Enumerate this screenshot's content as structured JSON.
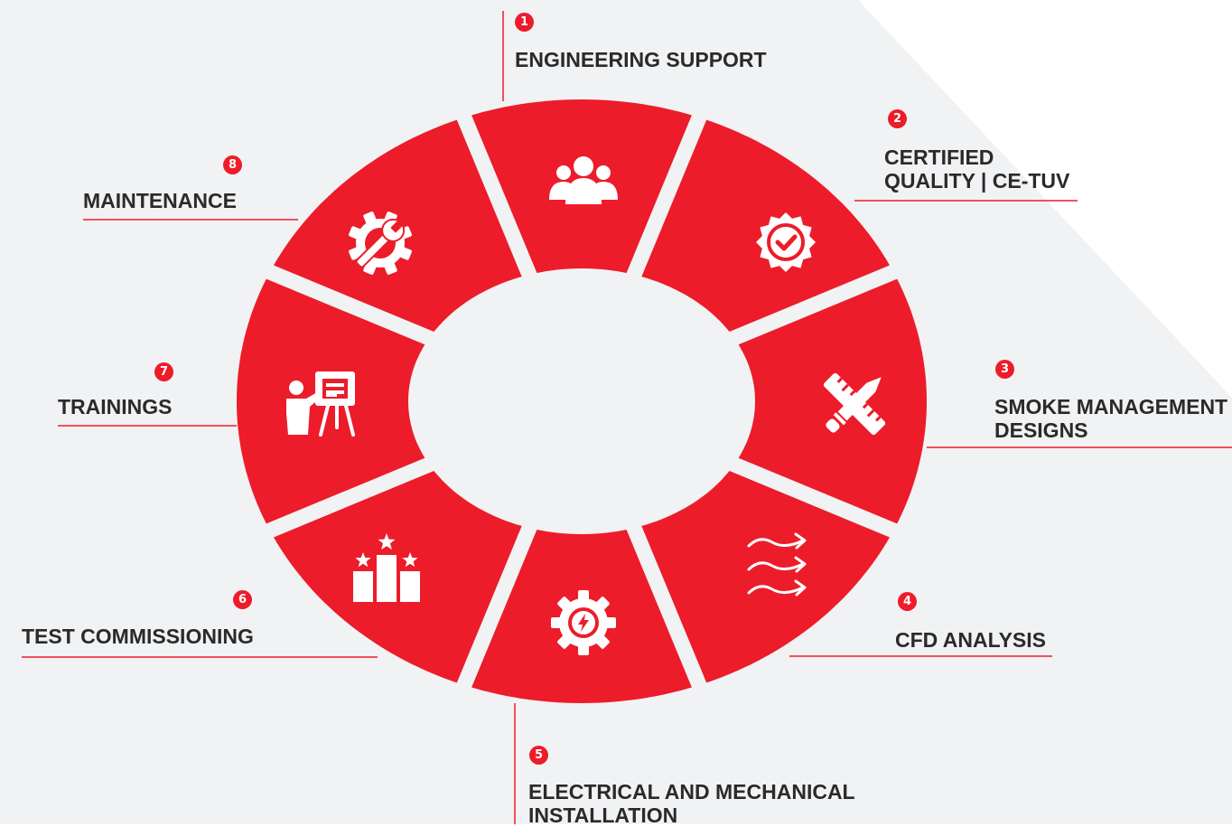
{
  "colors": {
    "background": "#f1f2f3",
    "corner": "#ffffff",
    "accent": "#ed1c2a",
    "icon": "#ffffff",
    "text": "#2a2a2a"
  },
  "center_text": "",
  "services": [
    {
      "number": "1",
      "lines": [
        "ENGINEERING SUPPORT"
      ],
      "icon": "team-icon"
    },
    {
      "number": "2",
      "lines": [
        "CERTIFIED",
        "QUALITY | CE-TUV"
      ],
      "icon": "certified-badge-icon"
    },
    {
      "number": "3",
      "lines": [
        "SMOKE MANAGEMENT",
        "DESIGNS"
      ],
      "icon": "ruler-pencil-icon"
    },
    {
      "number": "4",
      "lines": [
        "CFD ANALYSIS"
      ],
      "icon": "airflow-icon"
    },
    {
      "number": "5",
      "lines": [
        "ELECTRICAL AND MECHANICAL",
        "INSTALLATION"
      ],
      "icon": "electric-gear-icon"
    },
    {
      "number": "6",
      "lines": [
        "TEST COMMISSIONING"
      ],
      "icon": "podium-stars-icon"
    },
    {
      "number": "7",
      "lines": [
        "TRAININGS"
      ],
      "icon": "presentation-icon"
    },
    {
      "number": "8",
      "lines": [
        "MAINTENANCE"
      ],
      "icon": "gear-wrench-icon"
    }
  ]
}
